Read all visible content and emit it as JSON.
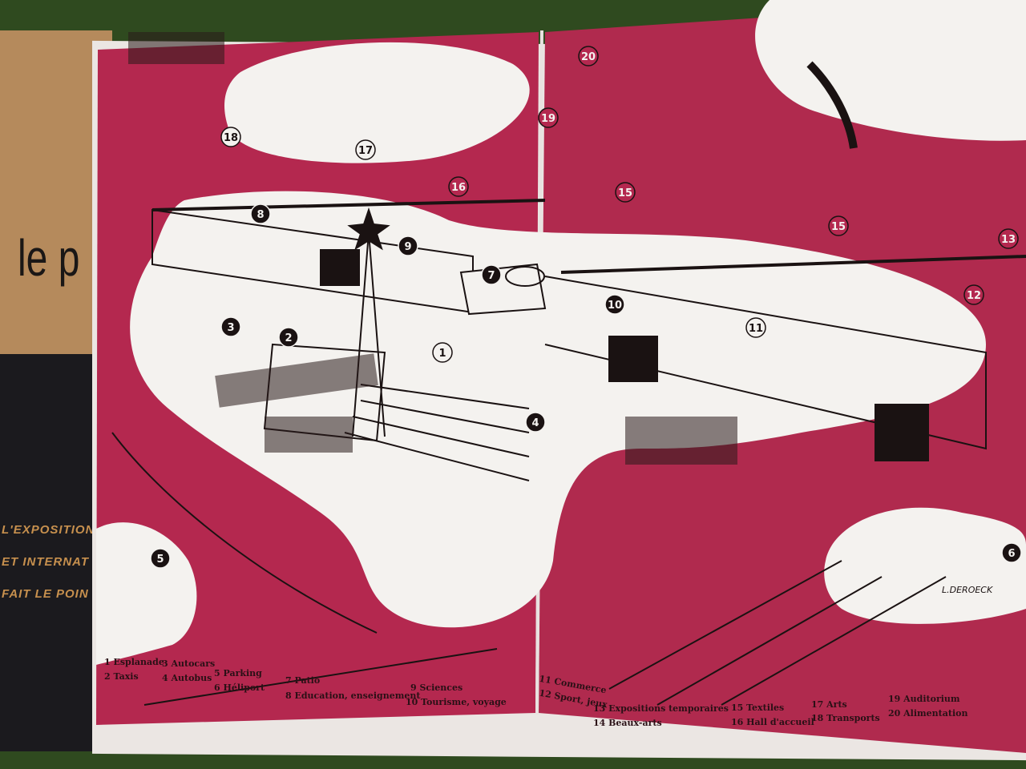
{
  "cover": {
    "title_fragment": "le p",
    "lines": [
      "L'EXPOSITION",
      "ET INTERNAT",
      "FAIT LE POIN"
    ]
  },
  "colors": {
    "page_pink": "#b4284f",
    "blob_white": "#f4f2ef",
    "ink": "#1a1212",
    "background_green": "#2f4a1f"
  },
  "markers": [
    {
      "num": "1",
      "fill": "#f4f2ef"
    },
    {
      "num": "2",
      "fill": "#1a1212"
    },
    {
      "num": "3",
      "fill": "#1a1212"
    },
    {
      "num": "4",
      "fill": "#1a1212"
    },
    {
      "num": "5",
      "fill": "#1a1212"
    },
    {
      "num": "6",
      "fill": "#1a1212"
    },
    {
      "num": "7",
      "fill": "#1a1212"
    },
    {
      "num": "8",
      "fill": "#1a1212"
    },
    {
      "num": "9",
      "fill": "#1a1212"
    },
    {
      "num": "10",
      "fill": "#1a1212"
    },
    {
      "num": "11",
      "fill": "#f4f2ef"
    },
    {
      "num": "12",
      "fill": "#b4284f"
    },
    {
      "num": "13",
      "fill": "#b4284f"
    },
    {
      "num": "15",
      "fill": "#b4284f"
    },
    {
      "num": "15",
      "fill": "#b4284f"
    },
    {
      "num": "16",
      "fill": "#b4284f"
    },
    {
      "num": "17",
      "fill": "#f4f2ef"
    },
    {
      "num": "18",
      "fill": "#f4f2ef"
    },
    {
      "num": "19",
      "fill": "#b4284f"
    },
    {
      "num": "20",
      "fill": "#b4284f"
    }
  ],
  "signature": "L.DEROECK",
  "legend": [
    "1 Esplanade",
    "2 Taxis",
    "3 Autocars",
    "4 Autobus",
    "5 Parking",
    "6 Héliport",
    "7 Patio",
    "8 Education, enseignement",
    "9 Sciences",
    "10 Tourisme, voyage",
    "11 Commerce",
    "12 Sport, jeux",
    "13 Expositions temporaires",
    "14 Beaux-arts",
    "15 Textiles",
    "16 Hall d'accueil",
    "17 Arts",
    "18 Transports",
    "19 Auditorium",
    "20 Alimentation"
  ]
}
